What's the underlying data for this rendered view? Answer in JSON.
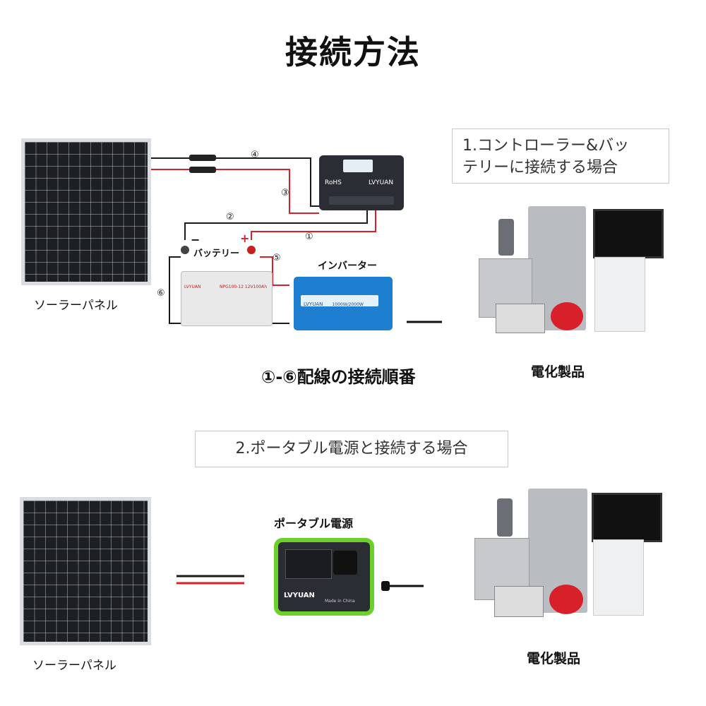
{
  "title": "接続方法",
  "section1": {
    "heading": "1.コントローラー&バッテリーに接続する場合",
    "heading_line1": "1.コントローラー&バッ",
    "heading_line2": "テリーに接続する場合",
    "solar_panel_label": "ソーラーパネル",
    "battery_label": "バッテリー",
    "inverter_label": "インバーター",
    "appliances_label": "電化製品",
    "wiring_order_label": "①-⑥配線の接続順番",
    "wire_numbers": [
      "①",
      "②",
      "③",
      "④",
      "⑤",
      "⑥"
    ],
    "controller_brand": "LVYUAN",
    "controller_mark": "RoHS",
    "battery_model": "NPG100-12 12V100Ah",
    "battery_brand": "LVYUAN",
    "inverter_brand": "LVYUAN",
    "inverter_model": "1000W/2000W",
    "minus_sign": "−",
    "plus_sign": "+"
  },
  "section2": {
    "heading": "2.ポータブル電源と接続する場合",
    "solar_panel_label": "ソーラーパネル",
    "portable_power_label": "ポータブル電源",
    "appliances_label": "電化製品",
    "power_station_brand": "LVYUAN",
    "made_in": "Made in China"
  },
  "colors": {
    "wire_red": "#d8202a",
    "wire_black": "#1a1a1a",
    "inverter_blue": "#1e7fd0",
    "power_station_green": "#6bd12a",
    "vacuum_red": "#d8202a"
  }
}
